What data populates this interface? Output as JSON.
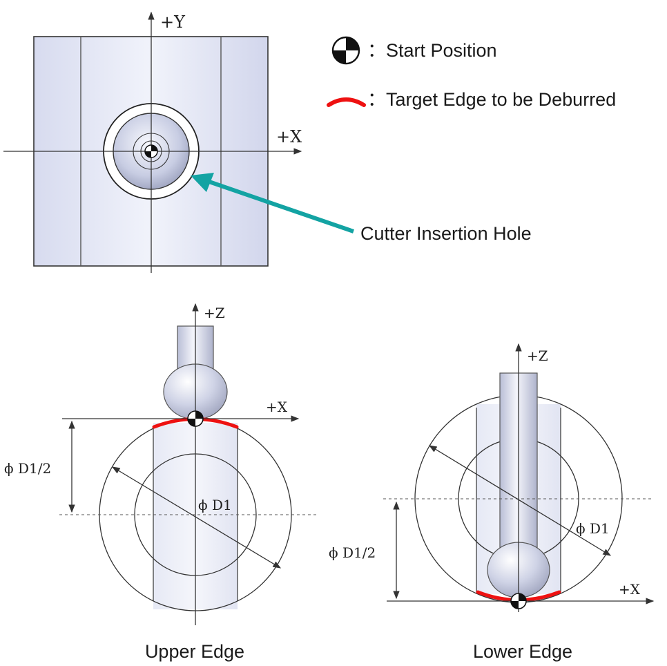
{
  "top_view": {
    "axis_y": "+Y",
    "axis_x": "+X",
    "callout": "Cutter Insertion Hole"
  },
  "legend": {
    "start_position": "：Start Position",
    "target_edge": "：Target Edge to be Deburred"
  },
  "upper_view": {
    "axis_z": "+Z",
    "axis_x": "+X",
    "radius_label": "ϕ D1/2",
    "diameter_label": "ϕ D1",
    "caption": "Upper Edge"
  },
  "lower_view": {
    "axis_z": "+Z",
    "axis_x": "+X",
    "radius_label": "ϕ D1/2",
    "diameter_label": "ϕ D1",
    "caption": "Lower Edge"
  },
  "colors": {
    "target_edge": "#ee1111",
    "callout_arrow": "#13a3a3",
    "body_fill": "#e4e7f6"
  },
  "icons": [
    "start-position-icon",
    "target-edge-icon"
  ]
}
